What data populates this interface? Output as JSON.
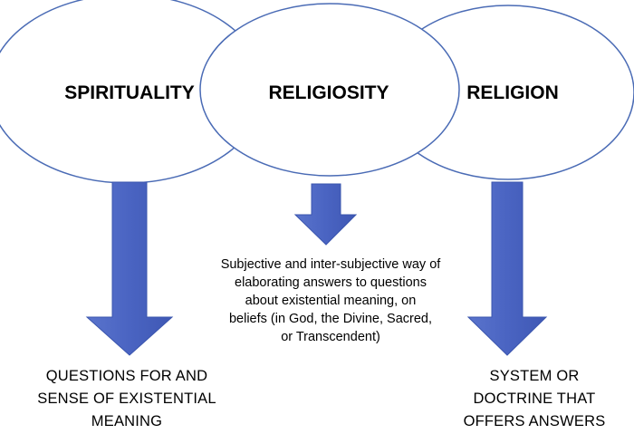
{
  "diagram": {
    "nodes": [
      {
        "id": "spirituality",
        "label": "SPIRITUALITY"
      },
      {
        "id": "religiosity",
        "label": "RELIGIOSITY"
      },
      {
        "id": "religion",
        "label": "RELIGION"
      }
    ],
    "religiosity_description": {
      "lines": [
        "Subjective and inter-subjective way of",
        "elaborating answers to questions",
        "about existential meaning, on",
        "beliefs (in God, the Divine, Sacred,",
        "or Transcendent)"
      ]
    },
    "spirituality_outcome": {
      "lines": [
        "QUESTIONS FOR AND",
        "SENSE OF EXISTENTIAL",
        "MEANING"
      ]
    },
    "religion_outcome": {
      "lines": [
        "SYSTEM OR",
        "DOCTRINE THAT",
        "OFFERS ANSWERS"
      ]
    },
    "colors": {
      "ellipse_stroke": "#4a6bb5",
      "ellipse_fill": "#ffffff",
      "arrow_fill": "#4a64c2",
      "arrow_stroke": "#3a55ae"
    }
  }
}
